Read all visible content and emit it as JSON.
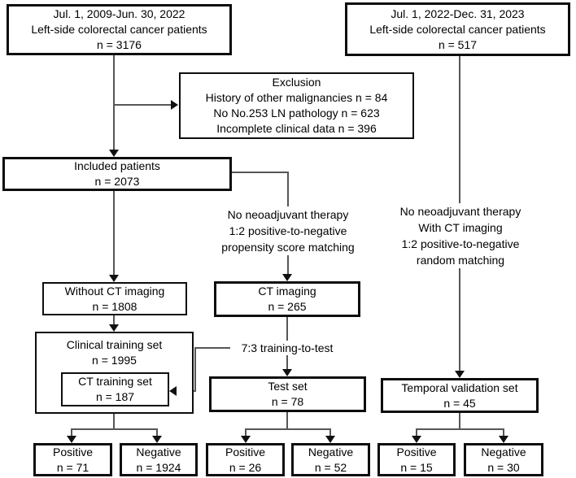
{
  "boxes": {
    "cohort_2009": {
      "lines": [
        "Jul. 1, 2009-Jun. 30, 2022",
        "Left-side colorectal cancer patients",
        "n = 3176"
      ]
    },
    "cohort_2022": {
      "lines": [
        "Jul. 1, 2022-Dec. 31, 2023",
        "Left-side colorectal cancer patients",
        "n = 517"
      ]
    },
    "exclusion": {
      "lines": [
        "Exclusion",
        "History of other malignancies n = 84",
        "No No.253 LN pathology n = 623",
        "Incomplete clinical data n = 396"
      ]
    },
    "included": {
      "lines": [
        "Included patients",
        "n = 2073"
      ]
    },
    "without_ct": {
      "lines": [
        "Without CT imaging",
        "n = 1808"
      ]
    },
    "ct_imaging": {
      "lines": [
        "CT imaging",
        "n = 265"
      ]
    },
    "clinical_training": {
      "lines": [
        "Clinical training set",
        "n = 1995"
      ]
    },
    "ct_training": {
      "lines": [
        "CT training set",
        "n = 187"
      ]
    },
    "test_set": {
      "lines": [
        "Test set",
        "n = 78"
      ]
    },
    "temporal_validation": {
      "lines": [
        "Temporal validation set",
        "n = 45"
      ]
    },
    "clinical_positive": {
      "lines": [
        "Positive",
        "n = 71"
      ]
    },
    "clinical_negative": {
      "lines": [
        "Negative",
        "n = 1924"
      ]
    },
    "test_positive": {
      "lines": [
        "Positive",
        "n = 26"
      ]
    },
    "test_negative": {
      "lines": [
        "Negative",
        "n = 52"
      ]
    },
    "temporal_positive": {
      "lines": [
        "Positive",
        "n = 15"
      ]
    },
    "temporal_negative": {
      "lines": [
        "Negative",
        "n = 30"
      ]
    }
  },
  "labels": {
    "psm_matching": {
      "lines": [
        "No neoadjuvant therapy",
        "1:2 positive-to-negative",
        "propensity score matching"
      ]
    },
    "random_matching": {
      "lines": [
        "No neoadjuvant therapy",
        "With CT imaging",
        "1:2 positive-to-negative",
        "random matching"
      ]
    },
    "split_ratio": {
      "lines": [
        "7:3 training-to-test"
      ]
    }
  },
  "colors": {
    "background": "#ffffff",
    "box_border": "#0d0d0d",
    "connector_line": "#565656",
    "arrowhead": "#111111",
    "text": "#000000"
  }
}
